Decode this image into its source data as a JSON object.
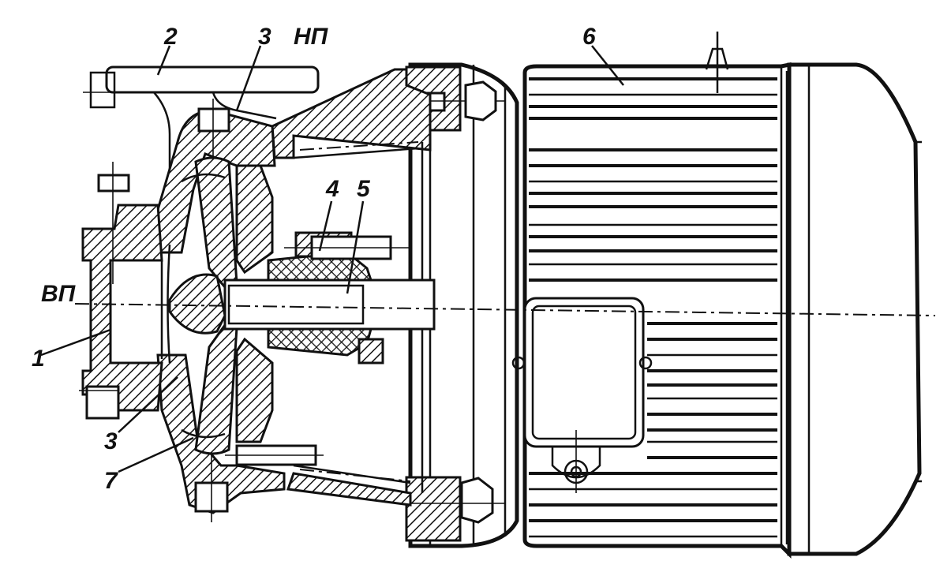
{
  "labels": {
    "l1": "1",
    "l2": "2",
    "l3a": "3",
    "l3b": "3",
    "l4": "4",
    "l5": "5",
    "l6": "6",
    "l7": "7",
    "np": "НП",
    "vp": "ВП"
  }
}
